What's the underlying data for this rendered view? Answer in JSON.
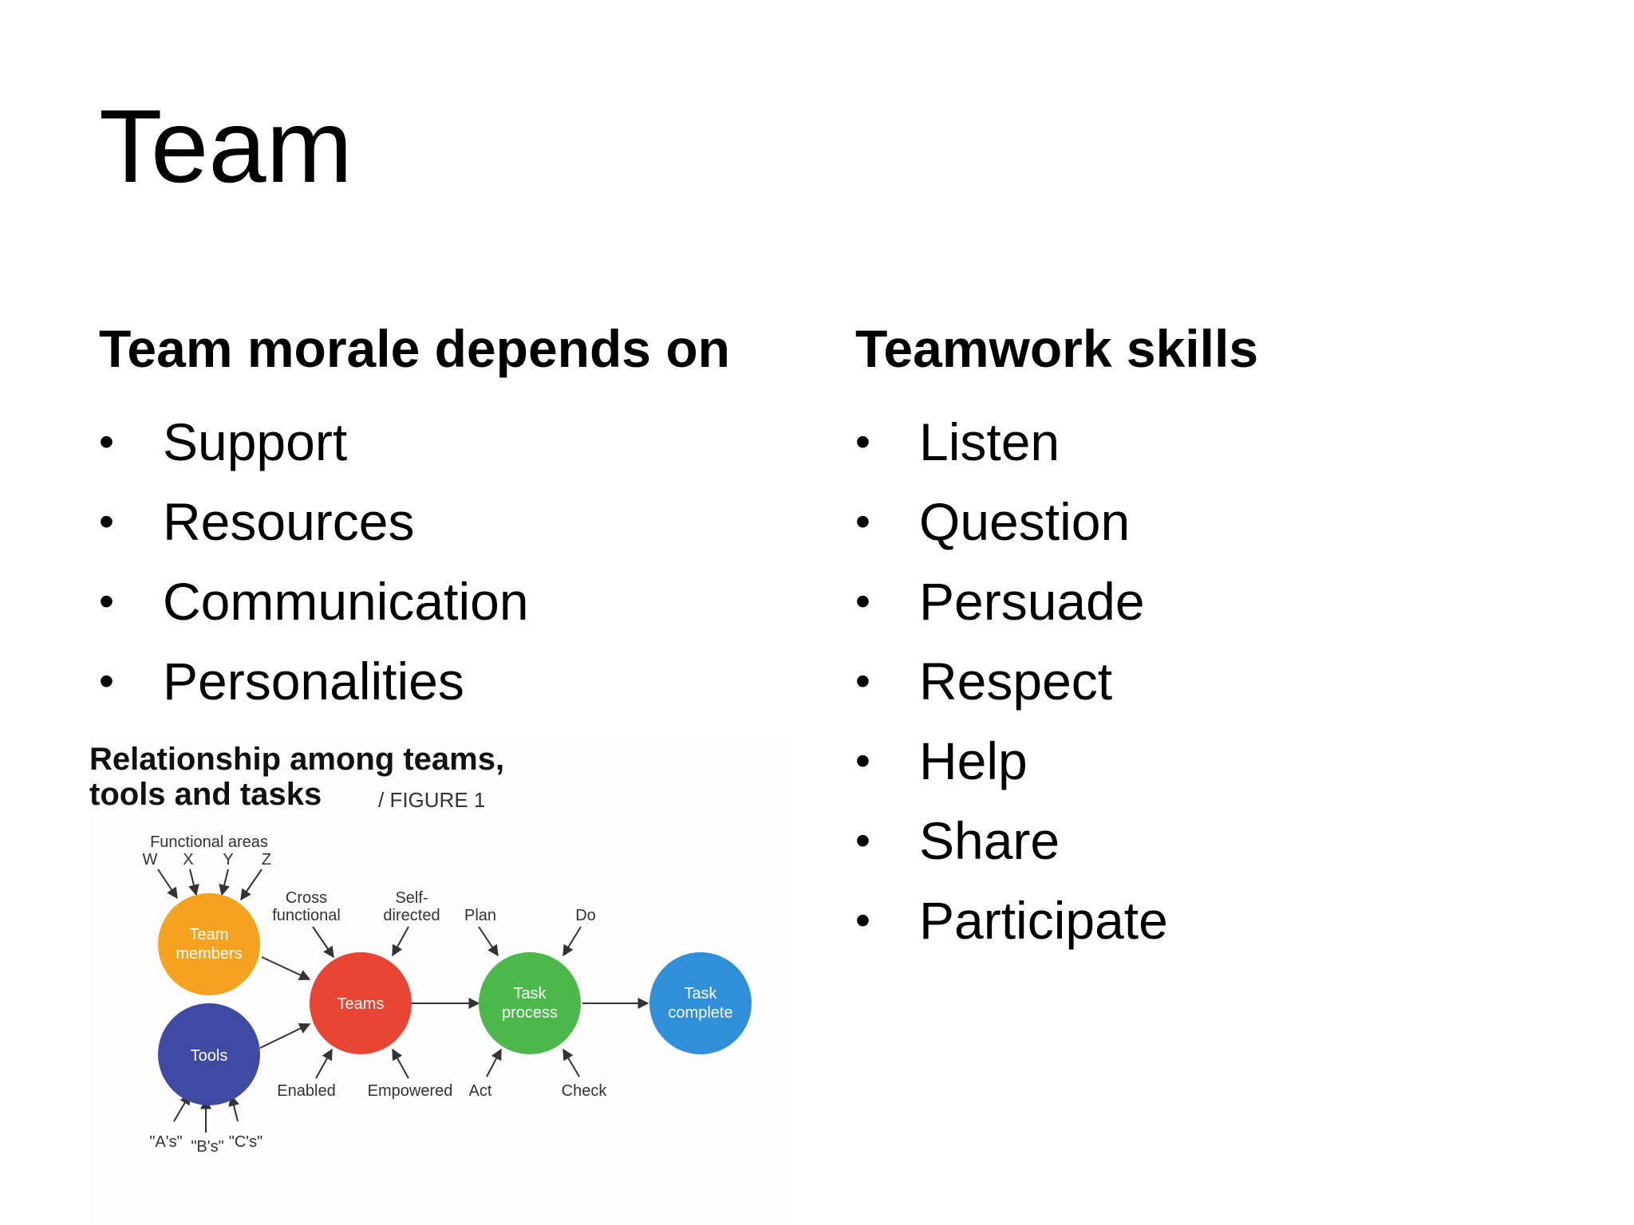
{
  "slide": {
    "title": "Team"
  },
  "left_column": {
    "heading": "Team morale depends on",
    "items": [
      "Support",
      "Resources",
      "Communication",
      "Personalities"
    ]
  },
  "right_column": {
    "heading": "Teamwork skills",
    "items": [
      "Listen",
      "Question",
      "Persuade",
      "Respect",
      "Help",
      "Share",
      "Participate"
    ]
  },
  "bullet_glyph": "•",
  "figure": {
    "title_line1": "Relationship among teams,",
    "title_line2": "tools and tasks",
    "figure_label": "/  FIGURE 1",
    "functional_areas_label": "Functional areas",
    "functional_areas": [
      "W",
      "X",
      "Y",
      "Z"
    ],
    "nodes": {
      "team_members": [
        "Team",
        "members"
      ],
      "tools": [
        "Tools"
      ],
      "teams": [
        "Teams"
      ],
      "task_process": [
        "Task",
        "process"
      ],
      "task_complete": [
        "Task",
        "complete"
      ]
    },
    "labels": {
      "cross_functional": [
        "Cross",
        "functional"
      ],
      "self_directed": [
        "Self-",
        "directed"
      ],
      "enabled": "Enabled",
      "empowered": "Empowered",
      "plan": "Plan",
      "do": "Do",
      "act": "Act",
      "check": "Check"
    },
    "tool_inputs": [
      "\"A's\"",
      "\"B's\"",
      "\"C's\""
    ],
    "colors": {
      "team_members": "#f5a31f",
      "tools": "#3f4aa3",
      "teams": "#e84534",
      "task_process": "#4cb74a",
      "task_complete": "#2f8fd8",
      "arrow": "#333333"
    }
  }
}
